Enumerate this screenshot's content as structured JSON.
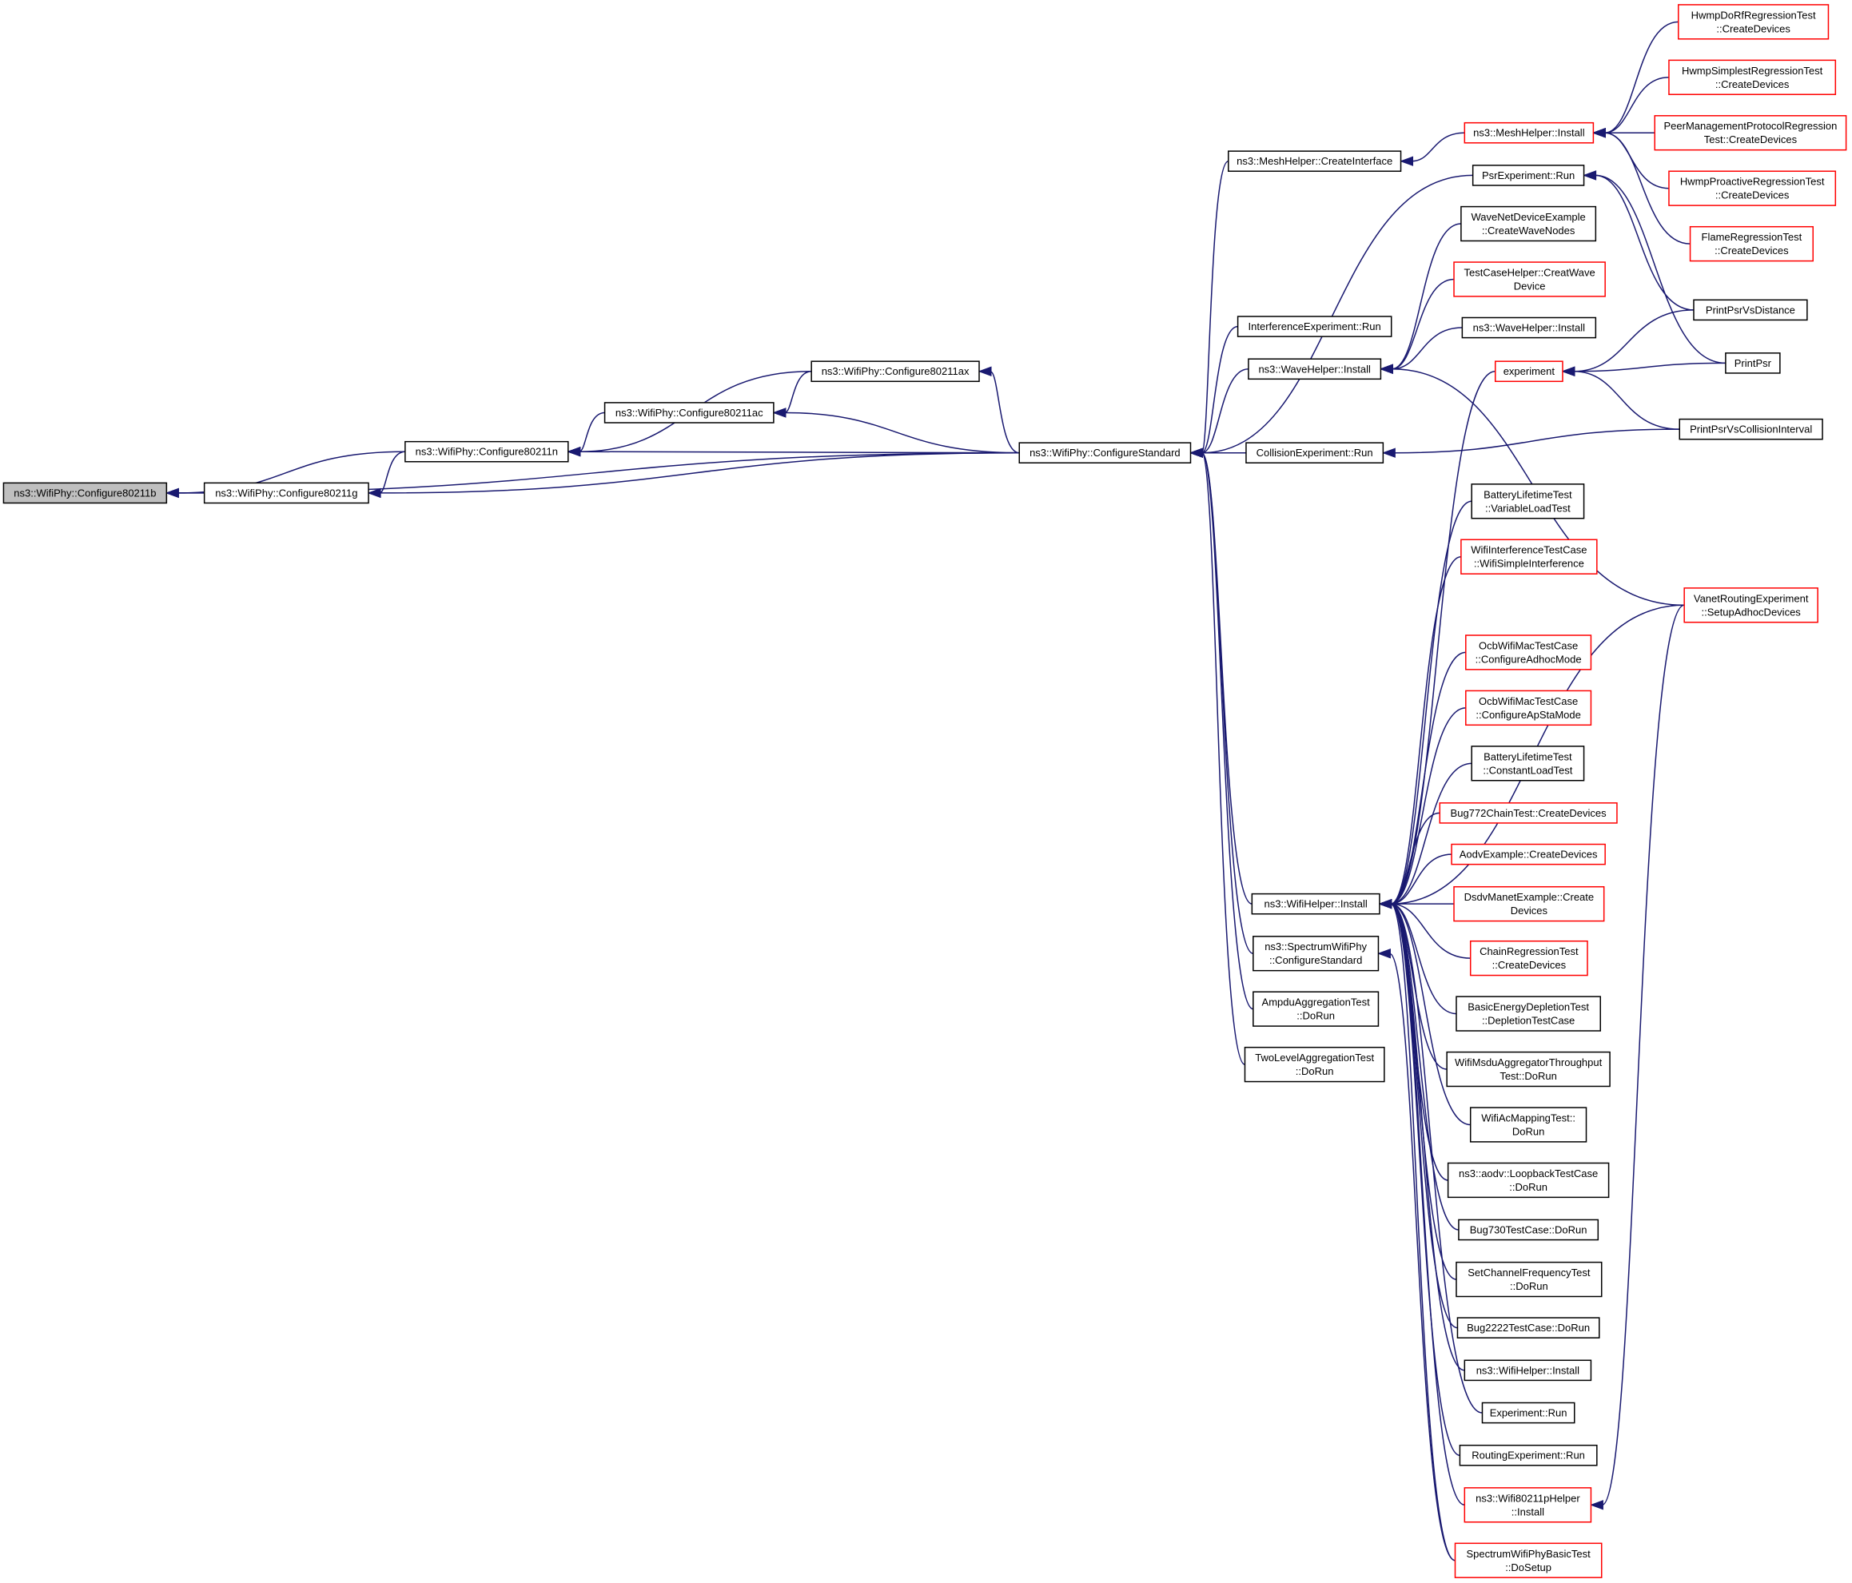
{
  "colors": {
    "edge": "#191970",
    "border_normal": "#000000",
    "border_truncated": "#ff0000",
    "root_fill": "#bfbfbf"
  },
  "nodes": [
    {
      "id": "n0",
      "lines": [
        "ns3::WifiPhy::Configure80211b"
      ],
      "style": "root"
    },
    {
      "id": "n1",
      "lines": [
        "ns3::WifiPhy::Configure80211g"
      ],
      "style": "black"
    },
    {
      "id": "n2",
      "lines": [
        "ns3::WifiPhy::Configure80211n"
      ],
      "style": "black"
    },
    {
      "id": "n3",
      "lines": [
        "ns3::WifiPhy::Configure80211ac"
      ],
      "style": "black"
    },
    {
      "id": "n4",
      "lines": [
        "ns3::WifiPhy::Configure80211ax"
      ],
      "style": "black"
    },
    {
      "id": "n5",
      "lines": [
        "ns3::WifiPhy::ConfigureStandard"
      ],
      "style": "black"
    },
    {
      "id": "n6",
      "lines": [
        "ns3::MeshHelper::CreateInterface"
      ],
      "style": "black"
    },
    {
      "id": "n7",
      "lines": [
        "InterferenceExperiment::Run"
      ],
      "style": "black"
    },
    {
      "id": "n8",
      "lines": [
        "ns3::WaveHelper::Install"
      ],
      "style": "black"
    },
    {
      "id": "n9",
      "lines": [
        "CollisionExperiment::Run"
      ],
      "style": "black"
    },
    {
      "id": "n10",
      "lines": [
        "ns3::WifiHelper::Install"
      ],
      "style": "black"
    },
    {
      "id": "n11",
      "lines": [
        "ns3::SpectrumWifiPhy",
        "::ConfigureStandard"
      ],
      "style": "black"
    },
    {
      "id": "n12",
      "lines": [
        "AmpduAggregationTest",
        "::DoRun"
      ],
      "style": "black"
    },
    {
      "id": "n13",
      "lines": [
        "TwoLevelAggregationTest",
        "::DoRun"
      ],
      "style": "black"
    },
    {
      "id": "n14",
      "lines": [
        "ns3::MeshHelper::Install"
      ],
      "style": "red"
    },
    {
      "id": "n15",
      "lines": [
        "PsrExperiment::Run"
      ],
      "style": "black"
    },
    {
      "id": "n16",
      "lines": [
        "WaveNetDeviceExample",
        "::CreateWaveNodes"
      ],
      "style": "black"
    },
    {
      "id": "n17",
      "lines": [
        "TestCaseHelper::CreatWave",
        "Device"
      ],
      "style": "red"
    },
    {
      "id": "n18",
      "lines": [
        "ns3::WaveHelper::Install"
      ],
      "style": "black"
    },
    {
      "id": "n19",
      "lines": [
        "experiment"
      ],
      "style": "red"
    },
    {
      "id": "n20",
      "lines": [
        "BatteryLifetimeTest",
        "::VariableLoadTest"
      ],
      "style": "black"
    },
    {
      "id": "n21",
      "lines": [
        "WifiInterferenceTestCase",
        "::WifiSimpleInterference"
      ],
      "style": "red"
    },
    {
      "id": "n22",
      "lines": [
        "OcbWifiMacTestCase",
        "::ConfigureAdhocMode"
      ],
      "style": "red"
    },
    {
      "id": "n23",
      "lines": [
        "OcbWifiMacTestCase",
        "::ConfigureApStaMode"
      ],
      "style": "red"
    },
    {
      "id": "n24",
      "lines": [
        "BatteryLifetimeTest",
        "::ConstantLoadTest"
      ],
      "style": "black"
    },
    {
      "id": "n25",
      "lines": [
        "Bug772ChainTest::CreateDevices"
      ],
      "style": "red"
    },
    {
      "id": "n26",
      "lines": [
        "AodvExample::CreateDevices"
      ],
      "style": "red"
    },
    {
      "id": "n27",
      "lines": [
        "DsdvManetExample::Create",
        "Devices"
      ],
      "style": "red"
    },
    {
      "id": "n28",
      "lines": [
        "ChainRegressionTest",
        "::CreateDevices"
      ],
      "style": "red"
    },
    {
      "id": "n29",
      "lines": [
        "BasicEnergyDepletionTest",
        "::DepletionTestCase"
      ],
      "style": "black"
    },
    {
      "id": "n30",
      "lines": [
        "WifiMsduAggregatorThroughput",
        "Test::DoRun"
      ],
      "style": "black"
    },
    {
      "id": "n31",
      "lines": [
        "WifiAcMappingTest::",
        "DoRun"
      ],
      "style": "black"
    },
    {
      "id": "n32",
      "lines": [
        "ns3::aodv::LoopbackTestCase",
        "::DoRun"
      ],
      "style": "black"
    },
    {
      "id": "n33",
      "lines": [
        "Bug730TestCase::DoRun"
      ],
      "style": "black"
    },
    {
      "id": "n34",
      "lines": [
        "SetChannelFrequencyTest",
        "::DoRun"
      ],
      "style": "black"
    },
    {
      "id": "n35",
      "lines": [
        "Bug2222TestCase::DoRun"
      ],
      "style": "black"
    },
    {
      "id": "n36",
      "lines": [
        "ns3::WifiHelper::Install"
      ],
      "style": "black"
    },
    {
      "id": "n37",
      "lines": [
        "Experiment::Run"
      ],
      "style": "black"
    },
    {
      "id": "n38",
      "lines": [
        "RoutingExperiment::Run"
      ],
      "style": "black"
    },
    {
      "id": "n39",
      "lines": [
        "ns3::Wifi80211pHelper",
        "::Install"
      ],
      "style": "red"
    },
    {
      "id": "n40",
      "lines": [
        "SpectrumWifiPhyBasicTest",
        "::DoSetup"
      ],
      "style": "red"
    },
    {
      "id": "n41",
      "lines": [
        "HwmpDoRfRegressionTest",
        "::CreateDevices"
      ],
      "style": "red"
    },
    {
      "id": "n42",
      "lines": [
        "HwmpSimplestRegressionTest",
        "::CreateDevices"
      ],
      "style": "red"
    },
    {
      "id": "n43",
      "lines": [
        "PeerManagementProtocolRegression",
        "Test::CreateDevices"
      ],
      "style": "red"
    },
    {
      "id": "n44",
      "lines": [
        "HwmpProactiveRegressionTest",
        "::CreateDevices"
      ],
      "style": "red"
    },
    {
      "id": "n45",
      "lines": [
        "FlameRegressionTest",
        "::CreateDevices"
      ],
      "style": "red"
    },
    {
      "id": "n46",
      "lines": [
        "PrintPsrVsDistance"
      ],
      "style": "black"
    },
    {
      "id": "n47",
      "lines": [
        "PrintPsr"
      ],
      "style": "black"
    },
    {
      "id": "n48",
      "lines": [
        "PrintPsrVsCollisionInterval"
      ],
      "style": "black"
    },
    {
      "id": "n49",
      "lines": [
        "VanetRoutingExperiment",
        "::SetupAdhocDevices"
      ],
      "style": "red"
    }
  ]
}
